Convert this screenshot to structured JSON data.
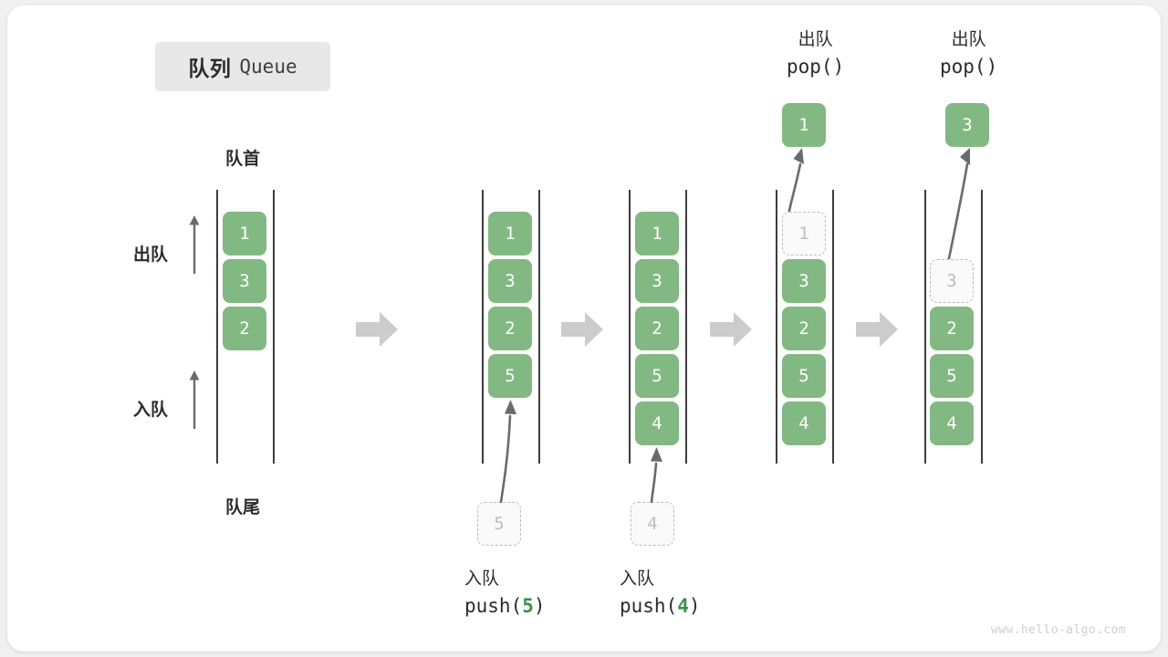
{
  "title": {
    "cn": "队列",
    "en": "Queue"
  },
  "labels": {
    "head": "队首",
    "tail": "队尾",
    "dequeue": "出队",
    "enqueue": "入队"
  },
  "watermark": "www.hello-algo.com",
  "colors": {
    "box_fill": "#82b982",
    "box_text": "#ffffff",
    "ghost_border": "#bdbdbd",
    "ghost_text": "#bdbdbd",
    "rail": "#3d3d3d",
    "step_arrow": "#cccccc",
    "op_arrow": "#6b6b6b",
    "code_arg": "#3f8f4b",
    "text": "#2b2b2b",
    "badge_bg": "#e8e8e8",
    "card_bg": "#ffffff",
    "page_bg": "#f0f0f0"
  },
  "stages": [
    {
      "id": "initial",
      "items": [
        "1",
        "3",
        "2"
      ],
      "ghost": null,
      "popped": null,
      "caption_cn": "",
      "caption_code": ""
    },
    {
      "id": "push-5",
      "items": [
        "1",
        "3",
        "2",
        "5"
      ],
      "ghost": {
        "value": "5",
        "position": "below"
      },
      "popped": null,
      "caption_cn": "入队",
      "caption_code_prefix": "push(",
      "caption_code_arg": "5",
      "caption_code_suffix": ")"
    },
    {
      "id": "push-4",
      "items": [
        "1",
        "3",
        "2",
        "5",
        "4"
      ],
      "ghost": {
        "value": "4",
        "position": "below"
      },
      "popped": null,
      "caption_cn": "入队",
      "caption_code_prefix": "push(",
      "caption_code_arg": "4",
      "caption_code_suffix": ")"
    },
    {
      "id": "pop-1",
      "items": [
        "3",
        "2",
        "5",
        "4"
      ],
      "ghost": {
        "value": "1",
        "position": "top"
      },
      "popped": "1",
      "caption_cn": "出队",
      "caption_code_prefix": "pop(",
      "caption_code_arg": "",
      "caption_code_suffix": ")"
    },
    {
      "id": "pop-3",
      "items": [
        "2",
        "5",
        "4"
      ],
      "ghost": {
        "value": "3",
        "position": "row2"
      },
      "popped": "3",
      "caption_cn": "出队",
      "caption_code_prefix": "pop(",
      "caption_code_arg": "",
      "caption_code_suffix": ")"
    }
  ]
}
